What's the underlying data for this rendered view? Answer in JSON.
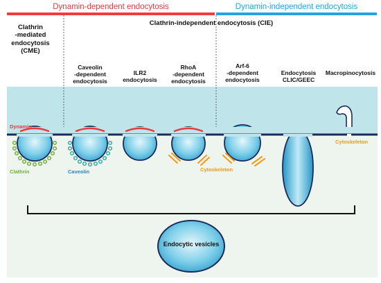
{
  "header": {
    "dependent": "Dynamin-dependent endocytosis",
    "independent": "Dynamin-independent endocytosis"
  },
  "labels": {
    "cme": "Clathrin\n-mediated\nendocytosis\n(CME)",
    "cie": "Clathrin-independent endocytosis (CIE)",
    "caveolin_dep": "Caveolin\n-dependent\nendocytosis",
    "ilr2": "ILR2\nendocytosis",
    "rhoa": "RhoA\n-dependent\nendocytosis",
    "arf6": "Arf-6\n-dependent\nendocytosis",
    "clic": "Endocytosis\nCLIC/GEEC",
    "macro": "Macropinocytosis"
  },
  "tags": {
    "dynamin": "Dynamin",
    "clathrin": "Clathrin",
    "caveolin": "Caveolin",
    "cytoskeleton_rhoa": "Cytoskeleton",
    "cytoskeleton_macro": "Cytoskeleton"
  },
  "endpoint": "Endocytic vesicles",
  "colors": {
    "dynamin_red": "#e8393d",
    "independent_blue": "#1aa6e0",
    "clathrin_green": "#6fae3a",
    "caveolin_blue": "#2f84c6",
    "cytoskeleton_orange": "#f29a16",
    "extracellular": "#bfe5ea",
    "cytoplasm": "#eef5ee",
    "membrane": "#1a2b5a"
  }
}
